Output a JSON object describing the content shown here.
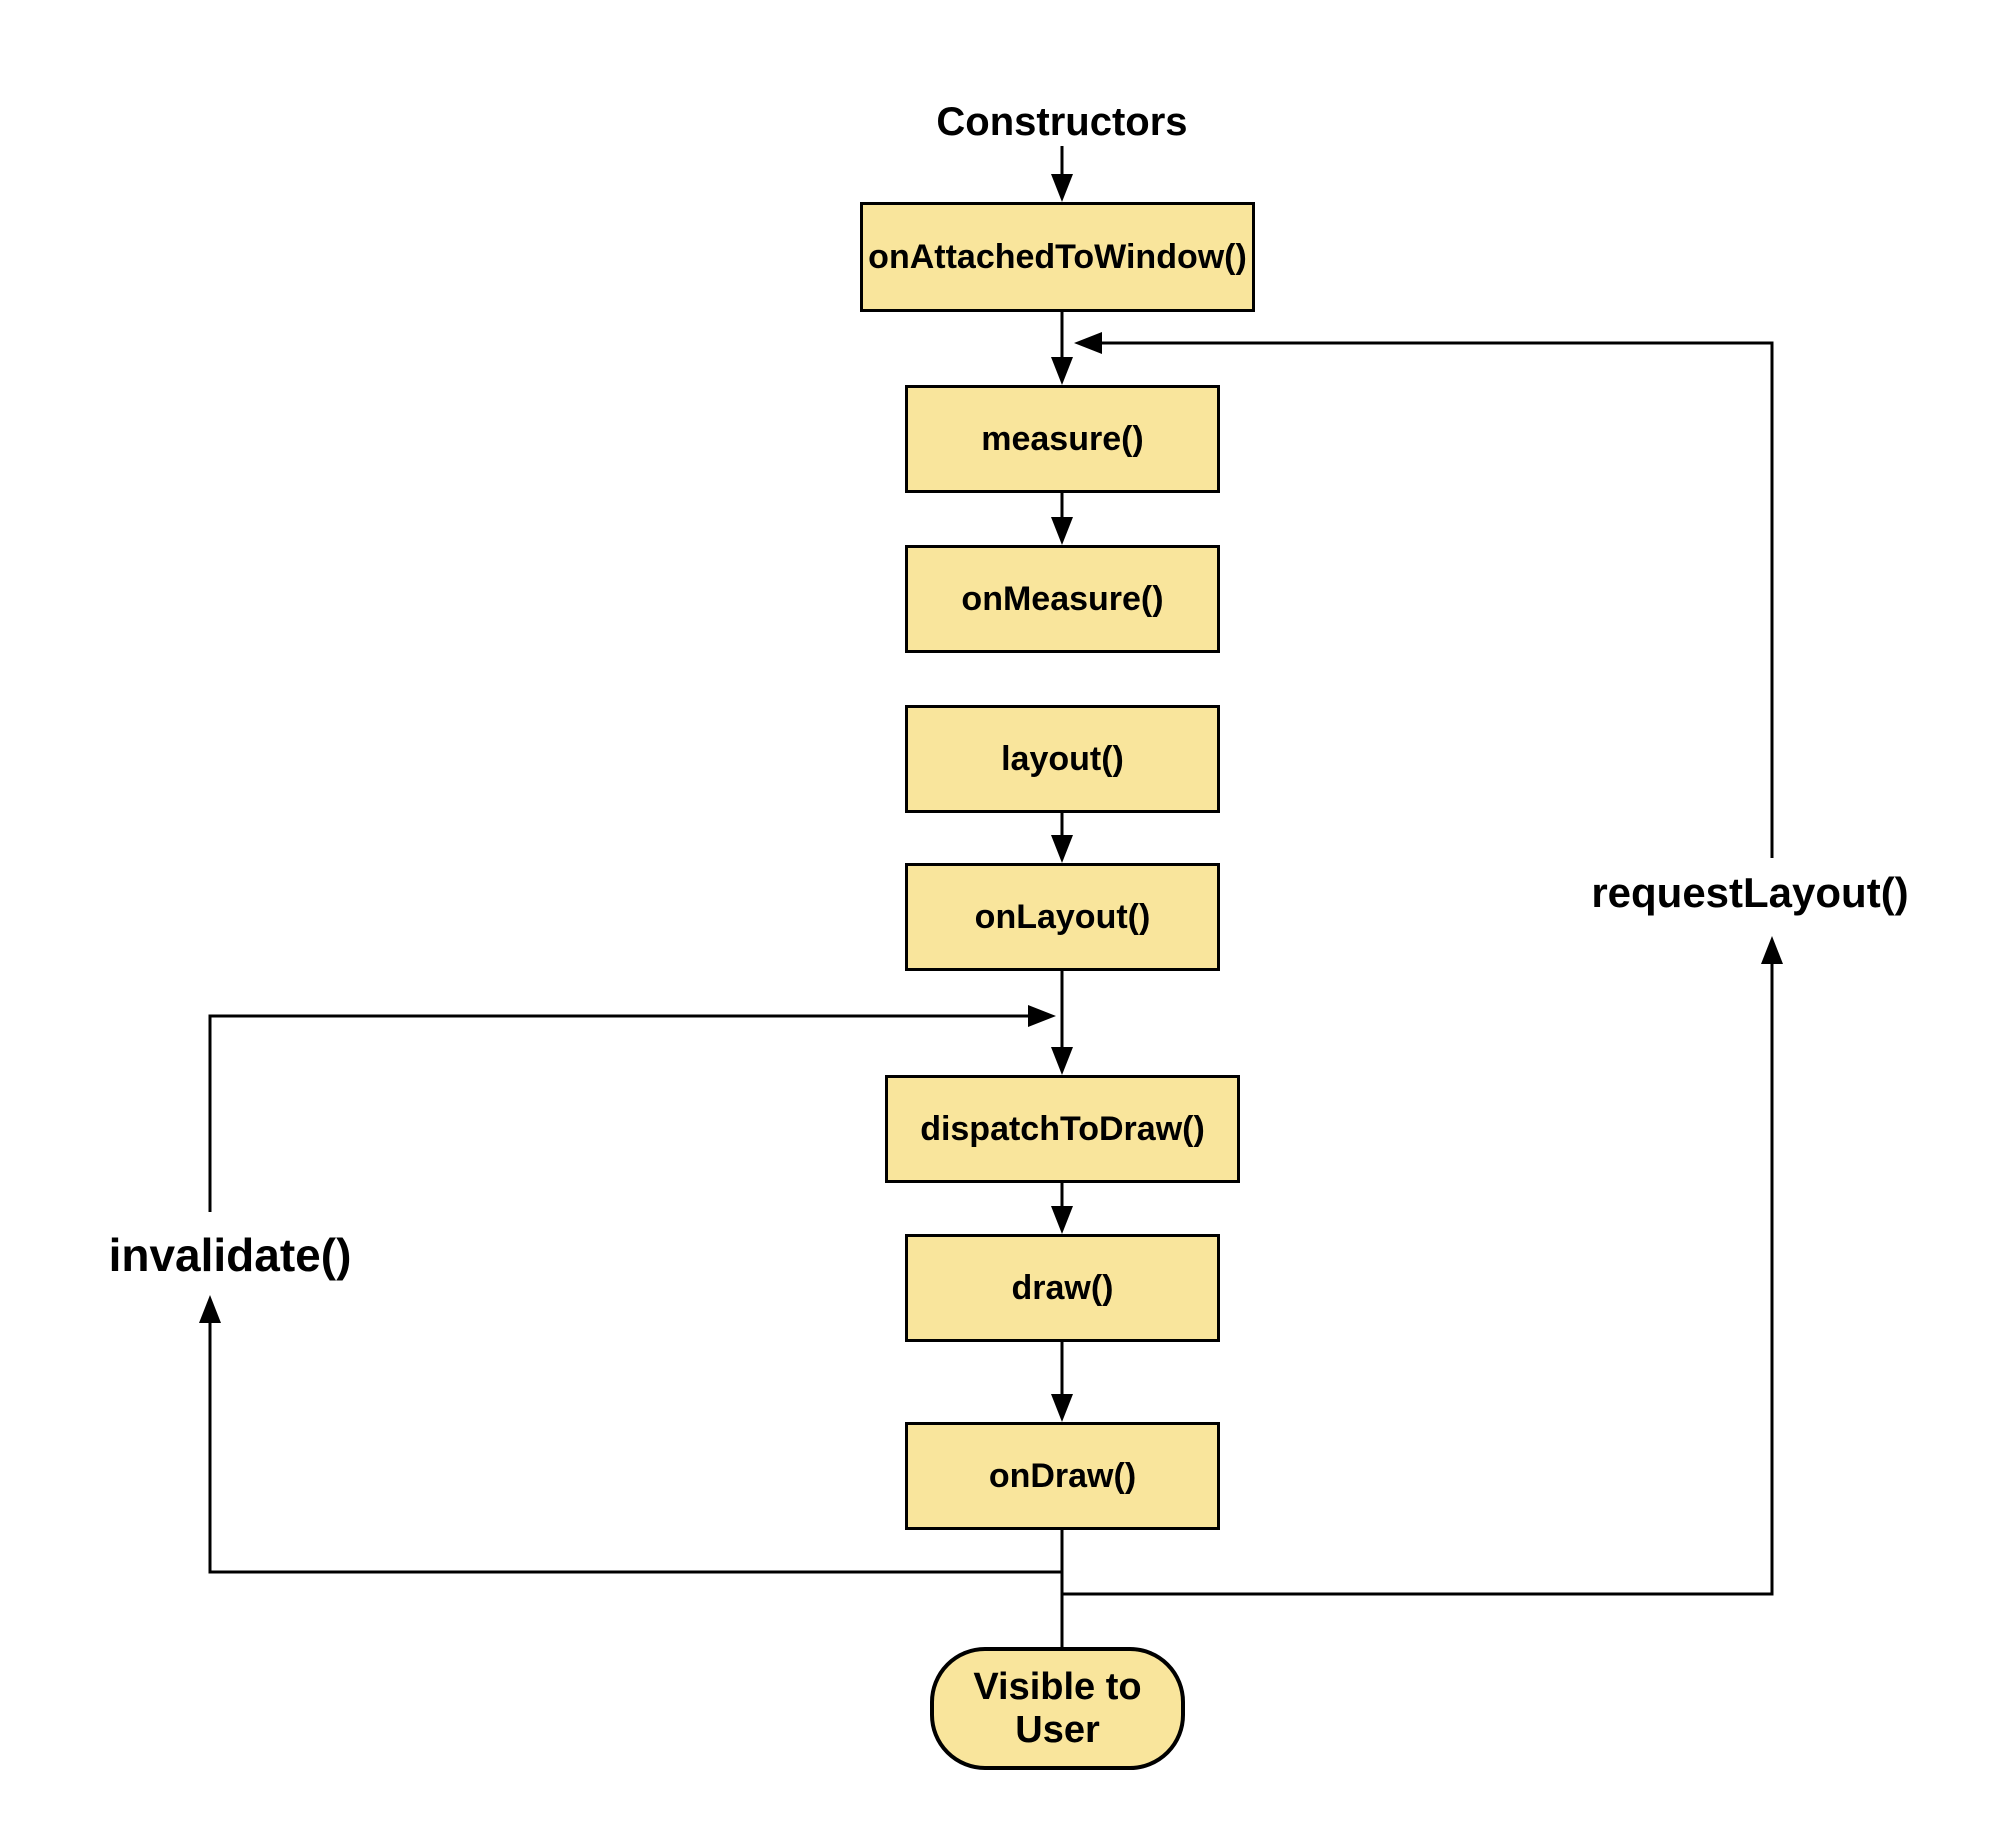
{
  "diagram": {
    "entry_label": "Constructors",
    "nodes": [
      {
        "id": "onAttachedToWindow",
        "label": "onAttachedToWindow()",
        "shape": "rect"
      },
      {
        "id": "measure",
        "label": "measure()",
        "shape": "rect"
      },
      {
        "id": "onMeasure",
        "label": "onMeasure()",
        "shape": "rect"
      },
      {
        "id": "layout",
        "label": "layout()",
        "shape": "rect"
      },
      {
        "id": "onLayout",
        "label": "onLayout()",
        "shape": "rect"
      },
      {
        "id": "dispatchToDraw",
        "label": "dispatchToDraw()",
        "shape": "rect"
      },
      {
        "id": "draw",
        "label": "draw()",
        "shape": "rect"
      },
      {
        "id": "onDraw",
        "label": "onDraw()",
        "shape": "rect"
      },
      {
        "id": "visibleToUser",
        "label": "Visible to User",
        "shape": "rounded"
      }
    ],
    "loop_labels": [
      {
        "id": "invalidate",
        "label": "invalidate()"
      },
      {
        "id": "requestLayout",
        "label": "requestLayout()"
      }
    ],
    "edges": [
      {
        "from": "Constructors",
        "to": "onAttachedToWindow",
        "arrow": true
      },
      {
        "from": "onAttachedToWindow",
        "to": "measure",
        "arrow": true
      },
      {
        "from": "measure",
        "to": "onMeasure",
        "arrow": true
      },
      {
        "from": "layout",
        "to": "onLayout",
        "arrow": true
      },
      {
        "from": "onLayout",
        "to": "dispatchToDraw",
        "arrow": true
      },
      {
        "from": "dispatchToDraw",
        "to": "draw",
        "arrow": true
      },
      {
        "from": "draw",
        "to": "onDraw",
        "arrow": true
      },
      {
        "from": "onDraw",
        "to": "visibleToUser",
        "arrow": false
      },
      {
        "from": "onDraw",
        "via": "invalidate()",
        "to": "dispatchToDraw",
        "arrow": true
      },
      {
        "from": "visibleToUser",
        "via": "requestLayout()",
        "to": "measure",
        "arrow": true
      }
    ],
    "colors": {
      "node_fill": "#F9E59C",
      "node_border": "#000000",
      "line": "#000000",
      "text": "#000000",
      "background": "#FFFFFF"
    }
  }
}
